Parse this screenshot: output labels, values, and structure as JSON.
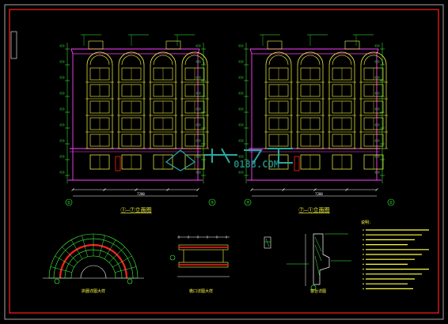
{
  "colors": {
    "background": "#000000",
    "frame": "#ff2020",
    "structure": "#ffff40",
    "outline": "#ff40ff",
    "grid": "#ffffff",
    "dimension": "#40ff40",
    "text": "#ffff40",
    "watermark": "#2aa9a0"
  },
  "icons": [
    "north-arrow-icon"
  ],
  "watermark": {
    "text": "0188.COM"
  },
  "elevations": [
    {
      "id": "left",
      "title": "①–⑦立面图",
      "total_dim": "7200",
      "axes": [
        "①",
        "⑦"
      ]
    },
    {
      "id": "right",
      "title": "⑦–①立面图",
      "total_dim": "7200",
      "axes": [
        "⑦",
        "①"
      ]
    }
  ],
  "details": [
    {
      "id": "arch",
      "title": "拱圈详图大样"
    },
    {
      "id": "cornice",
      "title": "檐口详图大样"
    },
    {
      "id": "sill",
      "title": "窗台详图"
    }
  ],
  "notes": {
    "heading": "说明：",
    "line_count": 13
  }
}
